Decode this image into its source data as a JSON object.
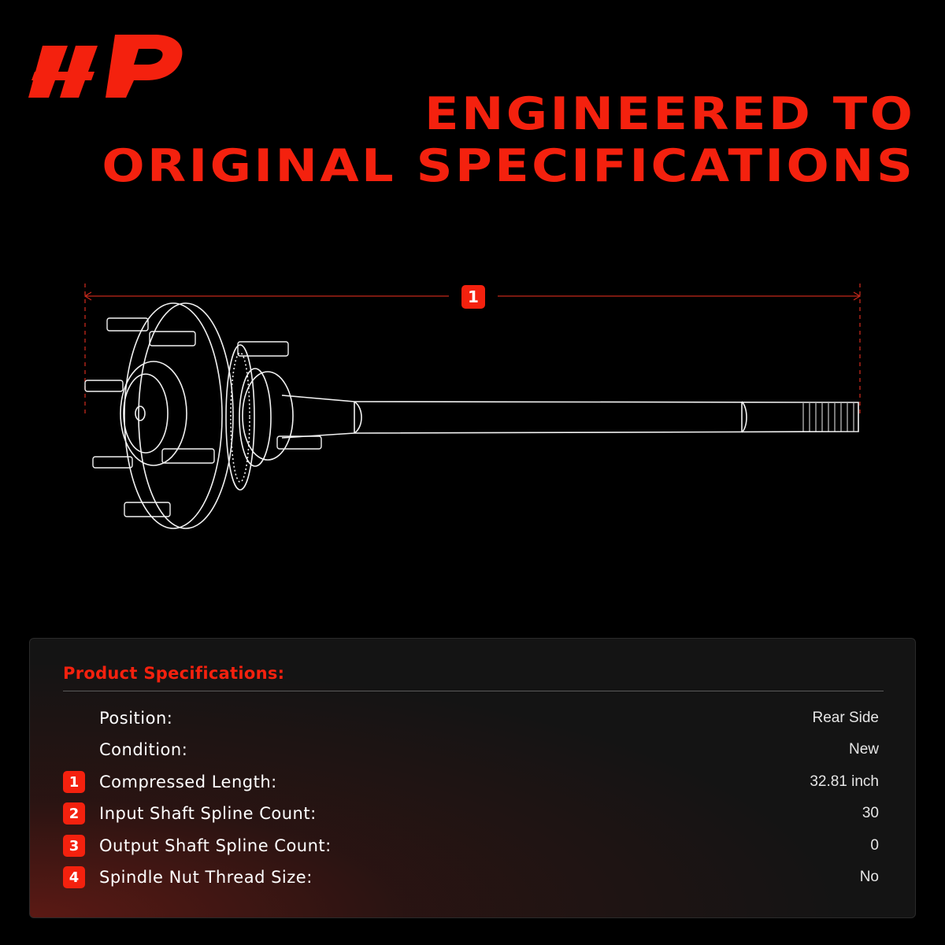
{
  "headline": {
    "line1": "ENGINEERED TO",
    "line2": "ORIGINAL SPECIFICATIONS"
  },
  "brand_color": "#f4210e",
  "dimension_badge": "1",
  "specs": {
    "title": "Product Specifications:",
    "rows": [
      {
        "badge": "",
        "label": "Position:",
        "value": "Rear Side"
      },
      {
        "badge": "",
        "label": "Condition:",
        "value": "New"
      },
      {
        "badge": "1",
        "label": "Compressed Length:",
        "value": "32.81 inch"
      },
      {
        "badge": "2",
        "label": "Input Shaft Spline Count:",
        "value": "30"
      },
      {
        "badge": "3",
        "label": "Output Shaft Spline Count:",
        "value": "0"
      },
      {
        "badge": "4",
        "label": "Spindle Nut Thread Size:",
        "value": "No"
      }
    ]
  }
}
